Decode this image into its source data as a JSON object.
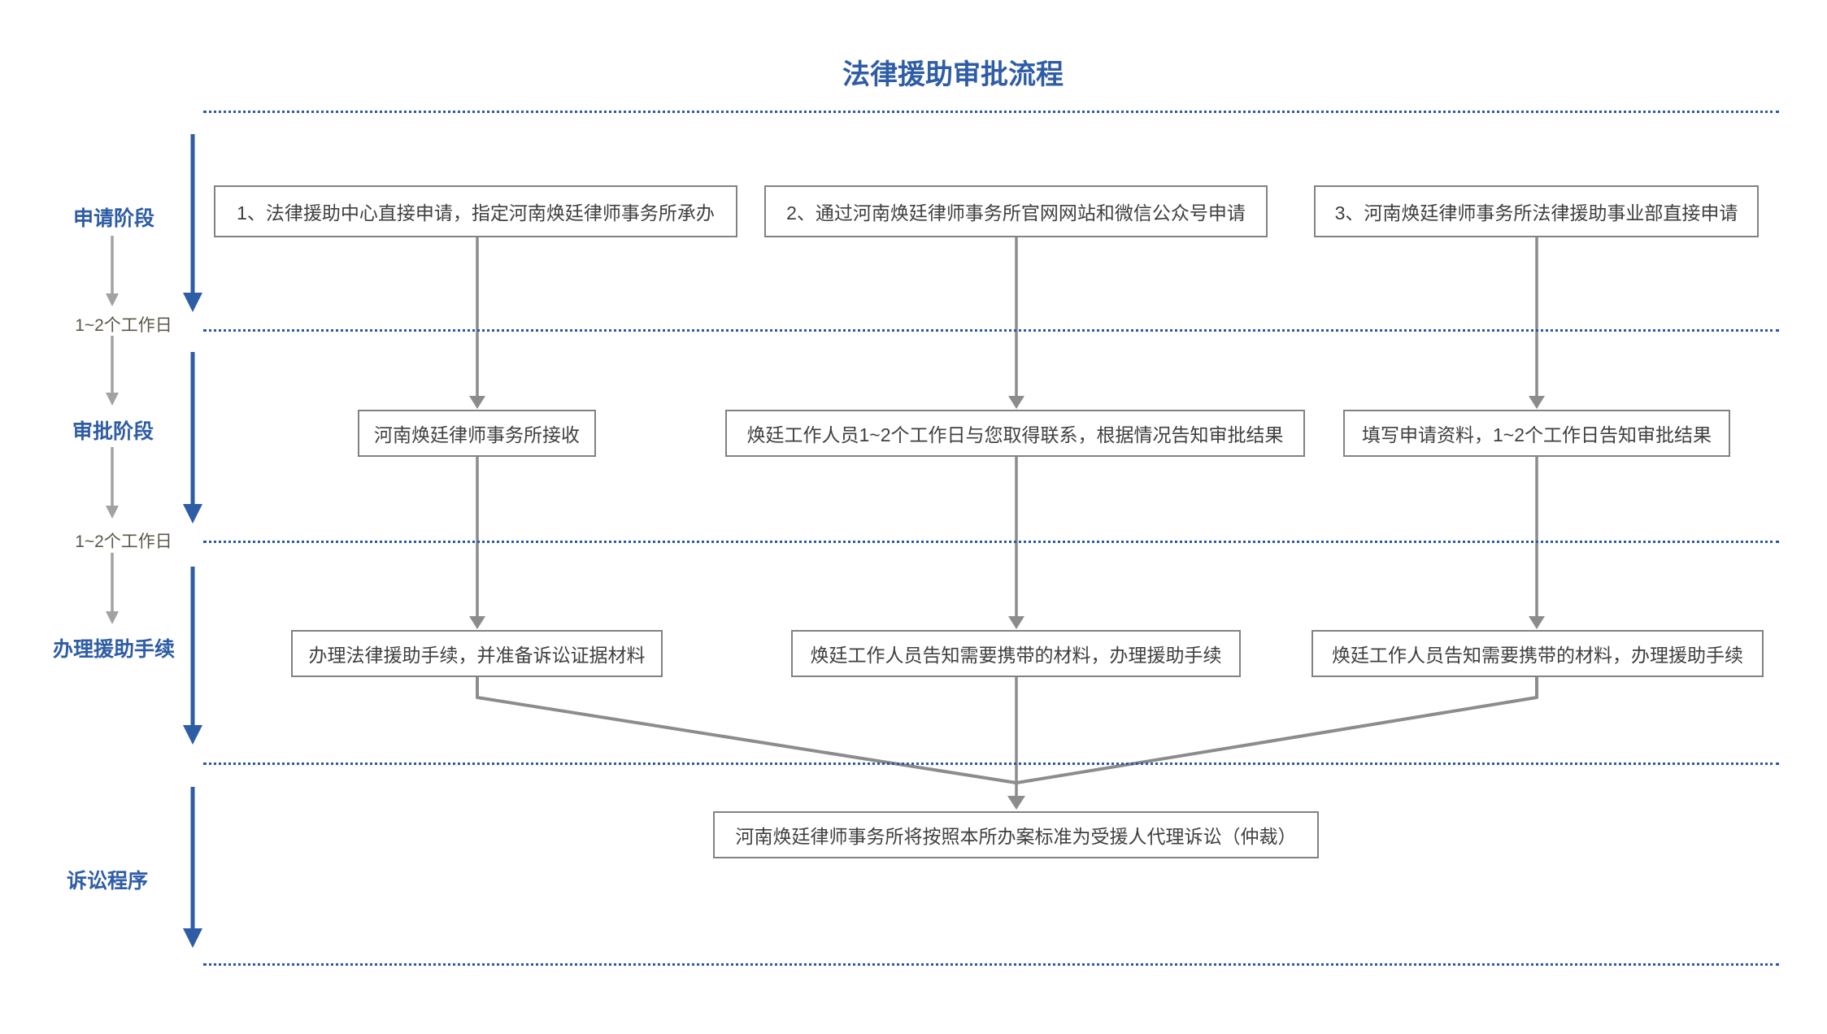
{
  "title": "法律援助审批流程",
  "sidebar": {
    "stages": [
      {
        "label": "申请阶段"
      },
      {
        "label": "审批阶段"
      },
      {
        "label": "办理援助手续"
      },
      {
        "label": "诉讼程序"
      }
    ],
    "durations": [
      {
        "label": "1~2个工作日"
      },
      {
        "label": "1~2个工作日"
      }
    ]
  },
  "flow": {
    "application_row": [
      {
        "text": "1、法律援助中心直接申请，指定河南焕廷律师事务所承办"
      },
      {
        "text": "2、通过河南焕廷律师事务所官网网站和微信公众号申请"
      },
      {
        "text": "3、河南焕廷律师事务所法律援助事业部直接申请"
      }
    ],
    "approval_row": [
      {
        "text": "河南焕廷律师事务所接收"
      },
      {
        "text": "焕廷工作人员1~2个工作日与您取得联系，根据情况告知审批结果"
      },
      {
        "text": "填写申请资料，1~2个工作日告知审批结果"
      }
    ],
    "procedure_row": [
      {
        "text": "办理法律援助手续，并准备诉讼证据材料"
      },
      {
        "text": "焕廷工作人员告知需要携带的材料，办理援助手续"
      },
      {
        "text": "焕廷工作人员告知需要携带的材料，办理援助手续"
      }
    ],
    "final": {
      "text": "河南焕廷律师事务所将按照本所办案标准为受援人代理诉讼（仲裁）"
    }
  },
  "colors": {
    "accent_blue": "#2e5da6",
    "dotted_line_blue": "#2b58a8",
    "connector_gray": "#8c8c8c",
    "label_arrow_gray": "#a2a2a2",
    "box_border_gray": "#828282",
    "box_text": "#3f3f3f",
    "duration_text": "#5b5747",
    "background": "#ffffff"
  }
}
